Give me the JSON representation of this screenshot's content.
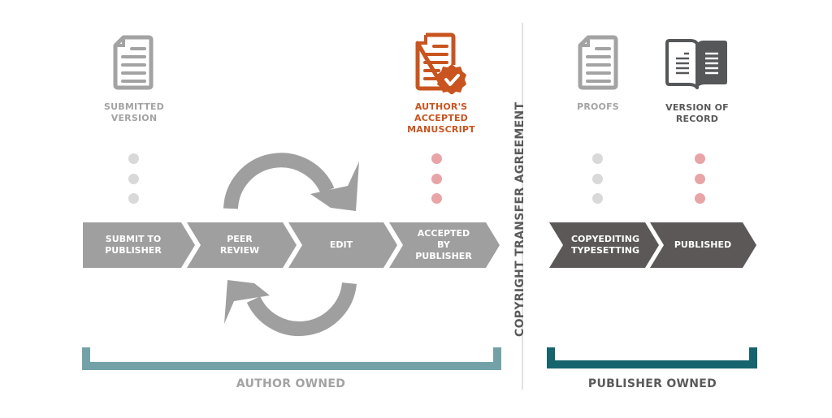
{
  "colors": {
    "grey_stage": "#a09f9f",
    "dark_stage": "#5b5857",
    "accent_orange": "#c9541f",
    "author_bracket": "#72a2a8",
    "publisher_bracket": "#16646d",
    "dot_grey": "#d9d9d9",
    "dot_pink": "#e8a4a6"
  },
  "documents": [
    {
      "label": "SUBMITTED VERSION",
      "lines": [
        "SUBMITTED",
        "VERSION"
      ],
      "icon": "document-icon",
      "style": "grey"
    },
    {
      "label": "AUTHOR'S ACCEPTED MANUSCRIPT",
      "lines": [
        "AUTHOR'S",
        "ACCEPTED",
        "MANUSCRIPT"
      ],
      "icon": "document-check-badge-icon",
      "style": "orange"
    },
    {
      "label": "PROOFS",
      "lines": [
        "PROOFS"
      ],
      "icon": "document-icon",
      "style": "grey"
    },
    {
      "label": "VERSION OF RECORD",
      "lines": [
        "VERSION OF",
        "RECORD"
      ],
      "icon": "open-book-icon",
      "style": "dark"
    }
  ],
  "stages": [
    {
      "lines": [
        "SUBMIT TO",
        "PUBLISHER"
      ]
    },
    {
      "lines": [
        "PEER",
        "REVIEW"
      ]
    },
    {
      "lines": [
        "EDIT"
      ]
    },
    {
      "lines": [
        "ACCEPTED",
        "BY",
        "PUBLISHER"
      ]
    },
    {
      "lines": [
        "COPYEDITING",
        "TYPESETTING"
      ]
    },
    {
      "lines": [
        "PUBLISHED"
      ]
    }
  ],
  "divider_label": "COPYRIGHT TRANSFER AGREEMENT",
  "ownership": {
    "author": "AUTHOR OWNED",
    "publisher": "PUBLISHER OWNED"
  }
}
